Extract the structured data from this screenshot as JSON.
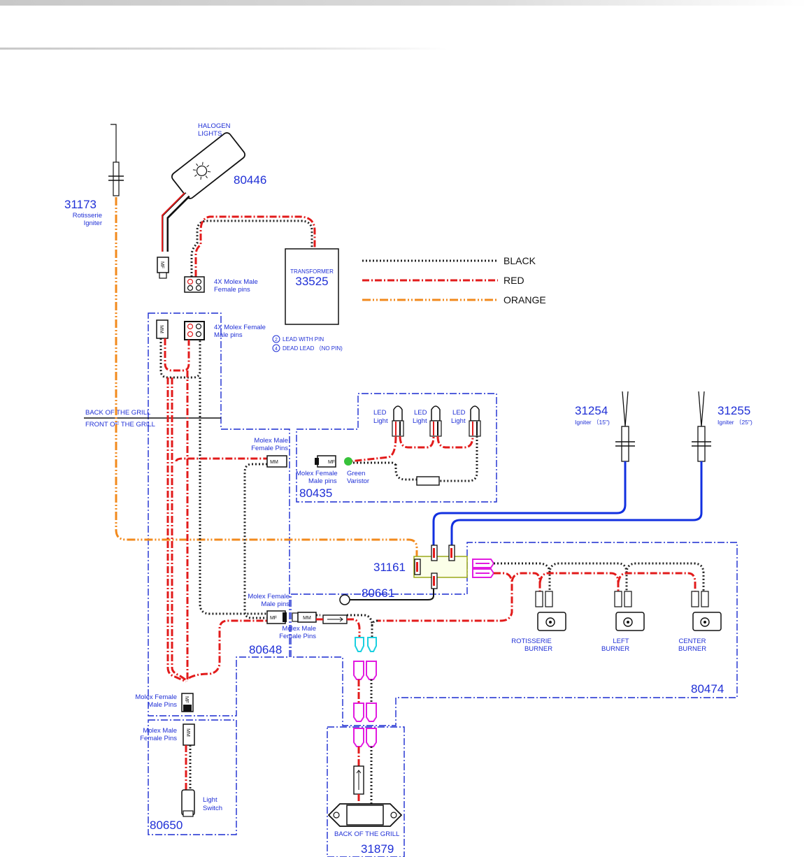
{
  "parts": {
    "p80446": "80446",
    "p31173": "31173",
    "p33525": "33525",
    "p31254": "31254",
    "p31255": "31255",
    "p80435": "80435",
    "p31161": "31161",
    "p80661": "80661",
    "p80648": "80648",
    "p80474": "80474",
    "p80650": "80650",
    "p31879": "31879"
  },
  "labels": {
    "halogen_1": "HALOGEN",
    "halogen_2": "LIGHTS",
    "rotisserie_igniter_1": "Rotisserie",
    "rotisserie_igniter_2": "Igniter",
    "transformer": "TRANSFORMER",
    "molex_4x_male_1": "4X Molex Male",
    "molex_4x_male_2": "Female pins",
    "molex_4x_female_1": "4X Molex Female",
    "molex_4x_female_2": "Male pins",
    "lead_with_pin": "LEAD WITH PIN",
    "dead_lead": "DEAD LEAD （NO PIN)",
    "circle_2": "2",
    "circle_4": "4",
    "back_of_grill": "BACK OF THE GRILL",
    "front_of_grill": "FRONT OF THE GRILL",
    "led_light_1": "LED",
    "led_light_2": "Light",
    "molex_male_female_pins_1": "Molex Male",
    "molex_male_female_pins_2": "Female Pins",
    "molex_female_male_pins_1": "Molex Female",
    "molex_female_male_pins_2": "Male pins",
    "green_varistor_1": "Green",
    "green_varistor_2": "Varistor",
    "igniter_15": "Igniter （15\")",
    "igniter_25": "Igniter （25\")",
    "molex_female_male_pins2_1": "Molex Female",
    "molex_female_male_pins2_2": "Male pins",
    "molex_male_female_pins2_1": "Molex Male",
    "molex_male_female_pins2_2": "Female Pins",
    "rotisserie_burner_1": "ROTISSERIE",
    "rotisserie_burner_2": "BURNER",
    "left_burner_1": "LEFT",
    "left_burner_2": "BURNER",
    "center_burner_1": "CENTER",
    "center_burner_2": "BURNER",
    "molex_female_male_pins3_1": "Molex Female",
    "molex_female_male_pins3_2": "Male Pins",
    "molex_male_female_pins3_1": "Molex Male",
    "molex_male_female_pins3_2": "Female Pins",
    "light_switch_1": "Light",
    "light_switch_2": "Switch",
    "back_of_grill_switch": "BACK OF THE GRILL",
    "mf": "MF",
    "mm": "MM"
  },
  "legend": {
    "black": "BLACK",
    "red": "RED",
    "orange": "ORANGE"
  },
  "colors": {
    "black_wire": "#222222",
    "red_wire": "#e21b1b",
    "orange_wire": "#f28a1d",
    "blue_wire": "#1230e0",
    "label_blue": "#1f2fd6"
  }
}
